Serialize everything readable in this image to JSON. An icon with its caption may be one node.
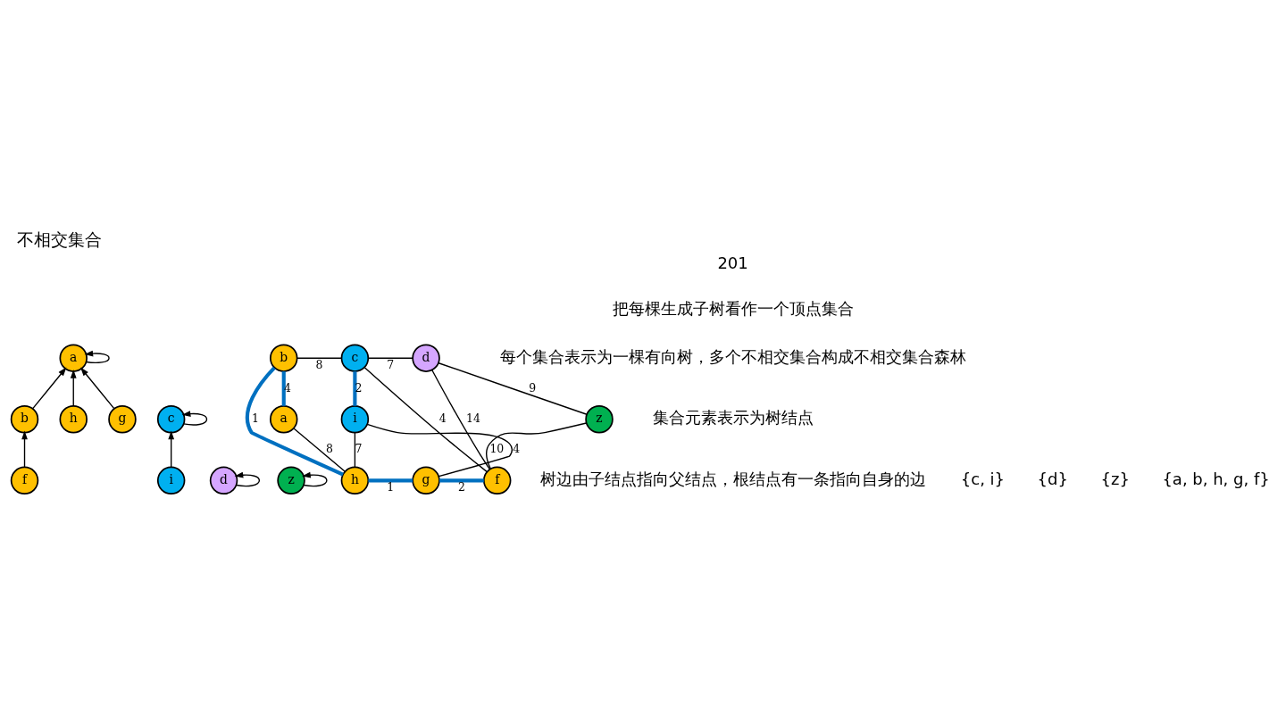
{
  "diagram": {
    "title": "不相交集合",
    "nodes": [
      {
        "text": [
          "a"
        ]
      },
      {
        "text": [
          "b"
        ]
      },
      {
        "text": [
          "h"
        ]
      },
      {
        "text": [
          "g"
        ]
      },
      {
        "text": [
          "f"
        ]
      },
      {
        "text": [
          "c"
        ]
      },
      {
        "text": [
          "i"
        ]
      },
      {
        "text": [
          "d"
        ]
      },
      {
        "text": [
          "z"
        ]
      },
      {
        "text": [
          "b"
        ]
      },
      {
        "text": [
          "c"
        ]
      },
      {
        "text": [
          "d"
        ]
      },
      {
        "text": [
          "a"
        ]
      },
      {
        "text": [
          "i"
        ]
      },
      {
        "text": [
          "z"
        ]
      },
      {
        "text": [
          "h"
        ]
      },
      {
        "text": [
          "g"
        ]
      },
      {
        "text": [
          "f"
        ]
      }
    ],
    "edges": [
      {
        "from": 0,
        "to": 0,
        "arrow": "to"
      },
      {
        "from": 1,
        "to": 0,
        "arrow": "to"
      },
      {
        "from": 2,
        "to": 0,
        "arrow": "to"
      },
      {
        "from": 3,
        "to": 0,
        "arrow": "to"
      },
      {
        "from": 4,
        "to": 1,
        "arrow": "to"
      },
      {
        "from": 5,
        "to": 5,
        "arrow": "to"
      },
      {
        "from": 6,
        "to": 5,
        "arrow": "to"
      },
      {
        "from": 7,
        "to": 7,
        "arrow": "to"
      },
      {
        "from": 8,
        "to": 8,
        "arrow": "to"
      },
      {
        "from": 12,
        "to": 9,
        "arrow": "none",
        "label": "4",
        "style": "thick",
        "color": "#0070c0"
      },
      {
        "from": 9,
        "to": 10,
        "arrow": "none",
        "label": "8"
      },
      {
        "from": 10,
        "to": 11,
        "arrow": "none",
        "label": "7"
      },
      {
        "from": 9,
        "to": 15,
        "arrow": "none",
        "label": "1",
        "style": "thick",
        "color": "#0070c0"
      },
      {
        "from": 13,
        "to": 10,
        "arrow": "none",
        "label": "2",
        "style": "thick",
        "color": "#0070c0"
      },
      {
        "from": 11,
        "to": 14,
        "arrow": "none",
        "label": "9"
      },
      {
        "from": 10,
        "to": 17,
        "arrow": "none",
        "label": "4"
      },
      {
        "from": 11,
        "to": 17,
        "arrow": "none",
        "label": "14"
      },
      {
        "from": 12,
        "to": 15,
        "arrow": "none",
        "label": "8"
      },
      {
        "from": 15,
        "to": 13,
        "arrow": "none",
        "label": "7"
      },
      {
        "from": 13,
        "to": 16,
        "arrow": "none",
        "label": "4"
      },
      {
        "from": 14,
        "to": 17,
        "arrow": "none",
        "label": "10"
      },
      {
        "from": 15,
        "to": 16,
        "arrow": "none",
        "label": "1",
        "style": "thick",
        "color": "#0070c0"
      },
      {
        "from": 16,
        "to": 17,
        "arrow": "none",
        "label": "2",
        "style": "thick",
        "color": "#0070c0"
      }
    ],
    "labels": [
      "201",
      "把每棵生成子树看作一个顶点集合",
      "每个集合表示为一棵有向树，多个不相交集合构成不相交集合森林",
      "集合元素表示为树结点",
      "树边由子结点指向父结点，根结点有一条指向自身的边",
      "{c, i}",
      "{d}",
      "{z}",
      "{a, b, h, g, f}"
    ]
  }
}
